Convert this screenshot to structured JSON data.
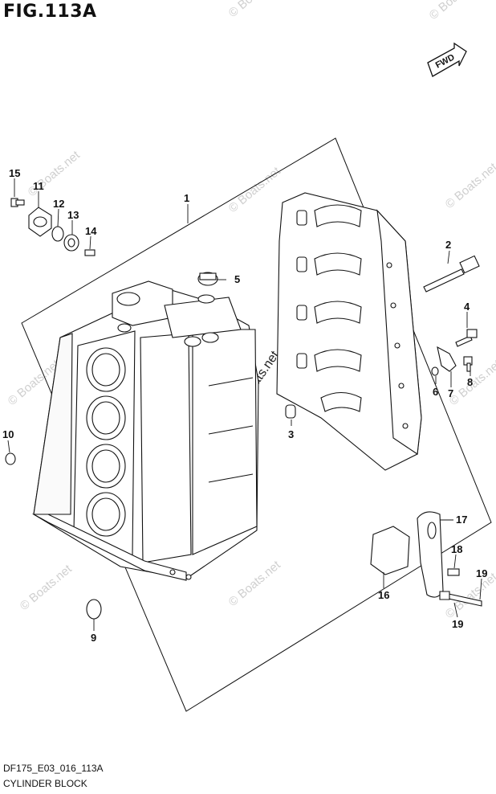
{
  "figure": {
    "title": "FIG.113A",
    "code": "DF175_E03_016_113A",
    "name": "CYLINDER BLOCK",
    "direction_tag": "FWD"
  },
  "watermark": {
    "text": "© Boats.net"
  },
  "callouts": [
    {
      "id": "1",
      "label": "1"
    },
    {
      "id": "2",
      "label": "2"
    },
    {
      "id": "3",
      "label": "3"
    },
    {
      "id": "4",
      "label": "4"
    },
    {
      "id": "5",
      "label": "5"
    },
    {
      "id": "6",
      "label": "6"
    },
    {
      "id": "7",
      "label": "7"
    },
    {
      "id": "8",
      "label": "8"
    },
    {
      "id": "9",
      "label": "9"
    },
    {
      "id": "10",
      "label": "10"
    },
    {
      "id": "11",
      "label": "11"
    },
    {
      "id": "12",
      "label": "12"
    },
    {
      "id": "13",
      "label": "13"
    },
    {
      "id": "14",
      "label": "14"
    },
    {
      "id": "15",
      "label": "15"
    },
    {
      "id": "16",
      "label": "16"
    },
    {
      "id": "17",
      "label": "17"
    },
    {
      "id": "18",
      "label": "18"
    },
    {
      "id": "19a",
      "label": "19"
    },
    {
      "id": "19b",
      "label": "19"
    }
  ]
}
